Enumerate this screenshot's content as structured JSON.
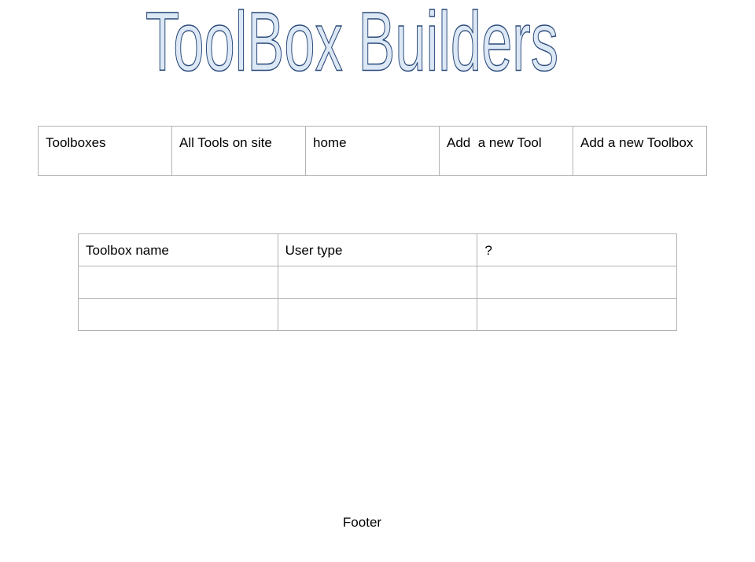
{
  "header": {
    "title": "ToolBox Builders",
    "title_fill": "#dce8f5",
    "title_stroke": "#2b4a7a"
  },
  "nav": {
    "items": [
      {
        "label": "Toolboxes"
      },
      {
        "label": "All Tools on site"
      },
      {
        "label": "home"
      },
      {
        "label": "Add  a new Tool"
      },
      {
        "label": "Add a new Toolbox"
      }
    ]
  },
  "table": {
    "columns": [
      "Toolbox name",
      "User type",
      "?"
    ],
    "rows": [
      [
        "",
        "",
        ""
      ],
      [
        "",
        "",
        ""
      ]
    ]
  },
  "footer": {
    "text": "Footer"
  },
  "colors": {
    "border": "#b3b3b3",
    "text": "#000000",
    "background": "#ffffff"
  }
}
